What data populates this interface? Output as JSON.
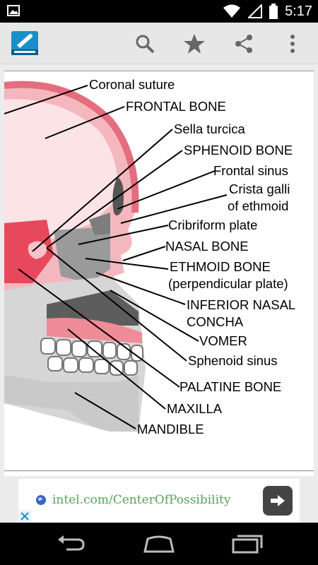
{
  "status_bar": {
    "time": "5:17"
  },
  "action_bar": {
    "app_icon": "dictionary-app-icon",
    "actions": [
      "search-icon",
      "star-icon",
      "share-icon",
      "overflow-menu-icon"
    ]
  },
  "diagram": {
    "labels": [
      "Coronal suture",
      "FRONTAL BONE",
      "Sella turcica",
      "SPHENOID BONE",
      "Frontal sinus",
      "Crista galli",
      "of ethmoid",
      "Cribriform plate",
      "NASAL BONE",
      "ETHMOID BONE",
      "(perpendicular plate)",
      "INFERIOR NASAL",
      "CONCHA",
      "VOMER",
      "Sphenoid sinus",
      "PALATINE BONE",
      "MAXILLA",
      "MANDIBLE"
    ]
  },
  "ad": {
    "url_text": "intel.com/CenterOfPossibility",
    "close_label": "×"
  },
  "nav_bar": {
    "buttons": [
      "back-icon",
      "home-icon",
      "recents-icon"
    ]
  }
}
